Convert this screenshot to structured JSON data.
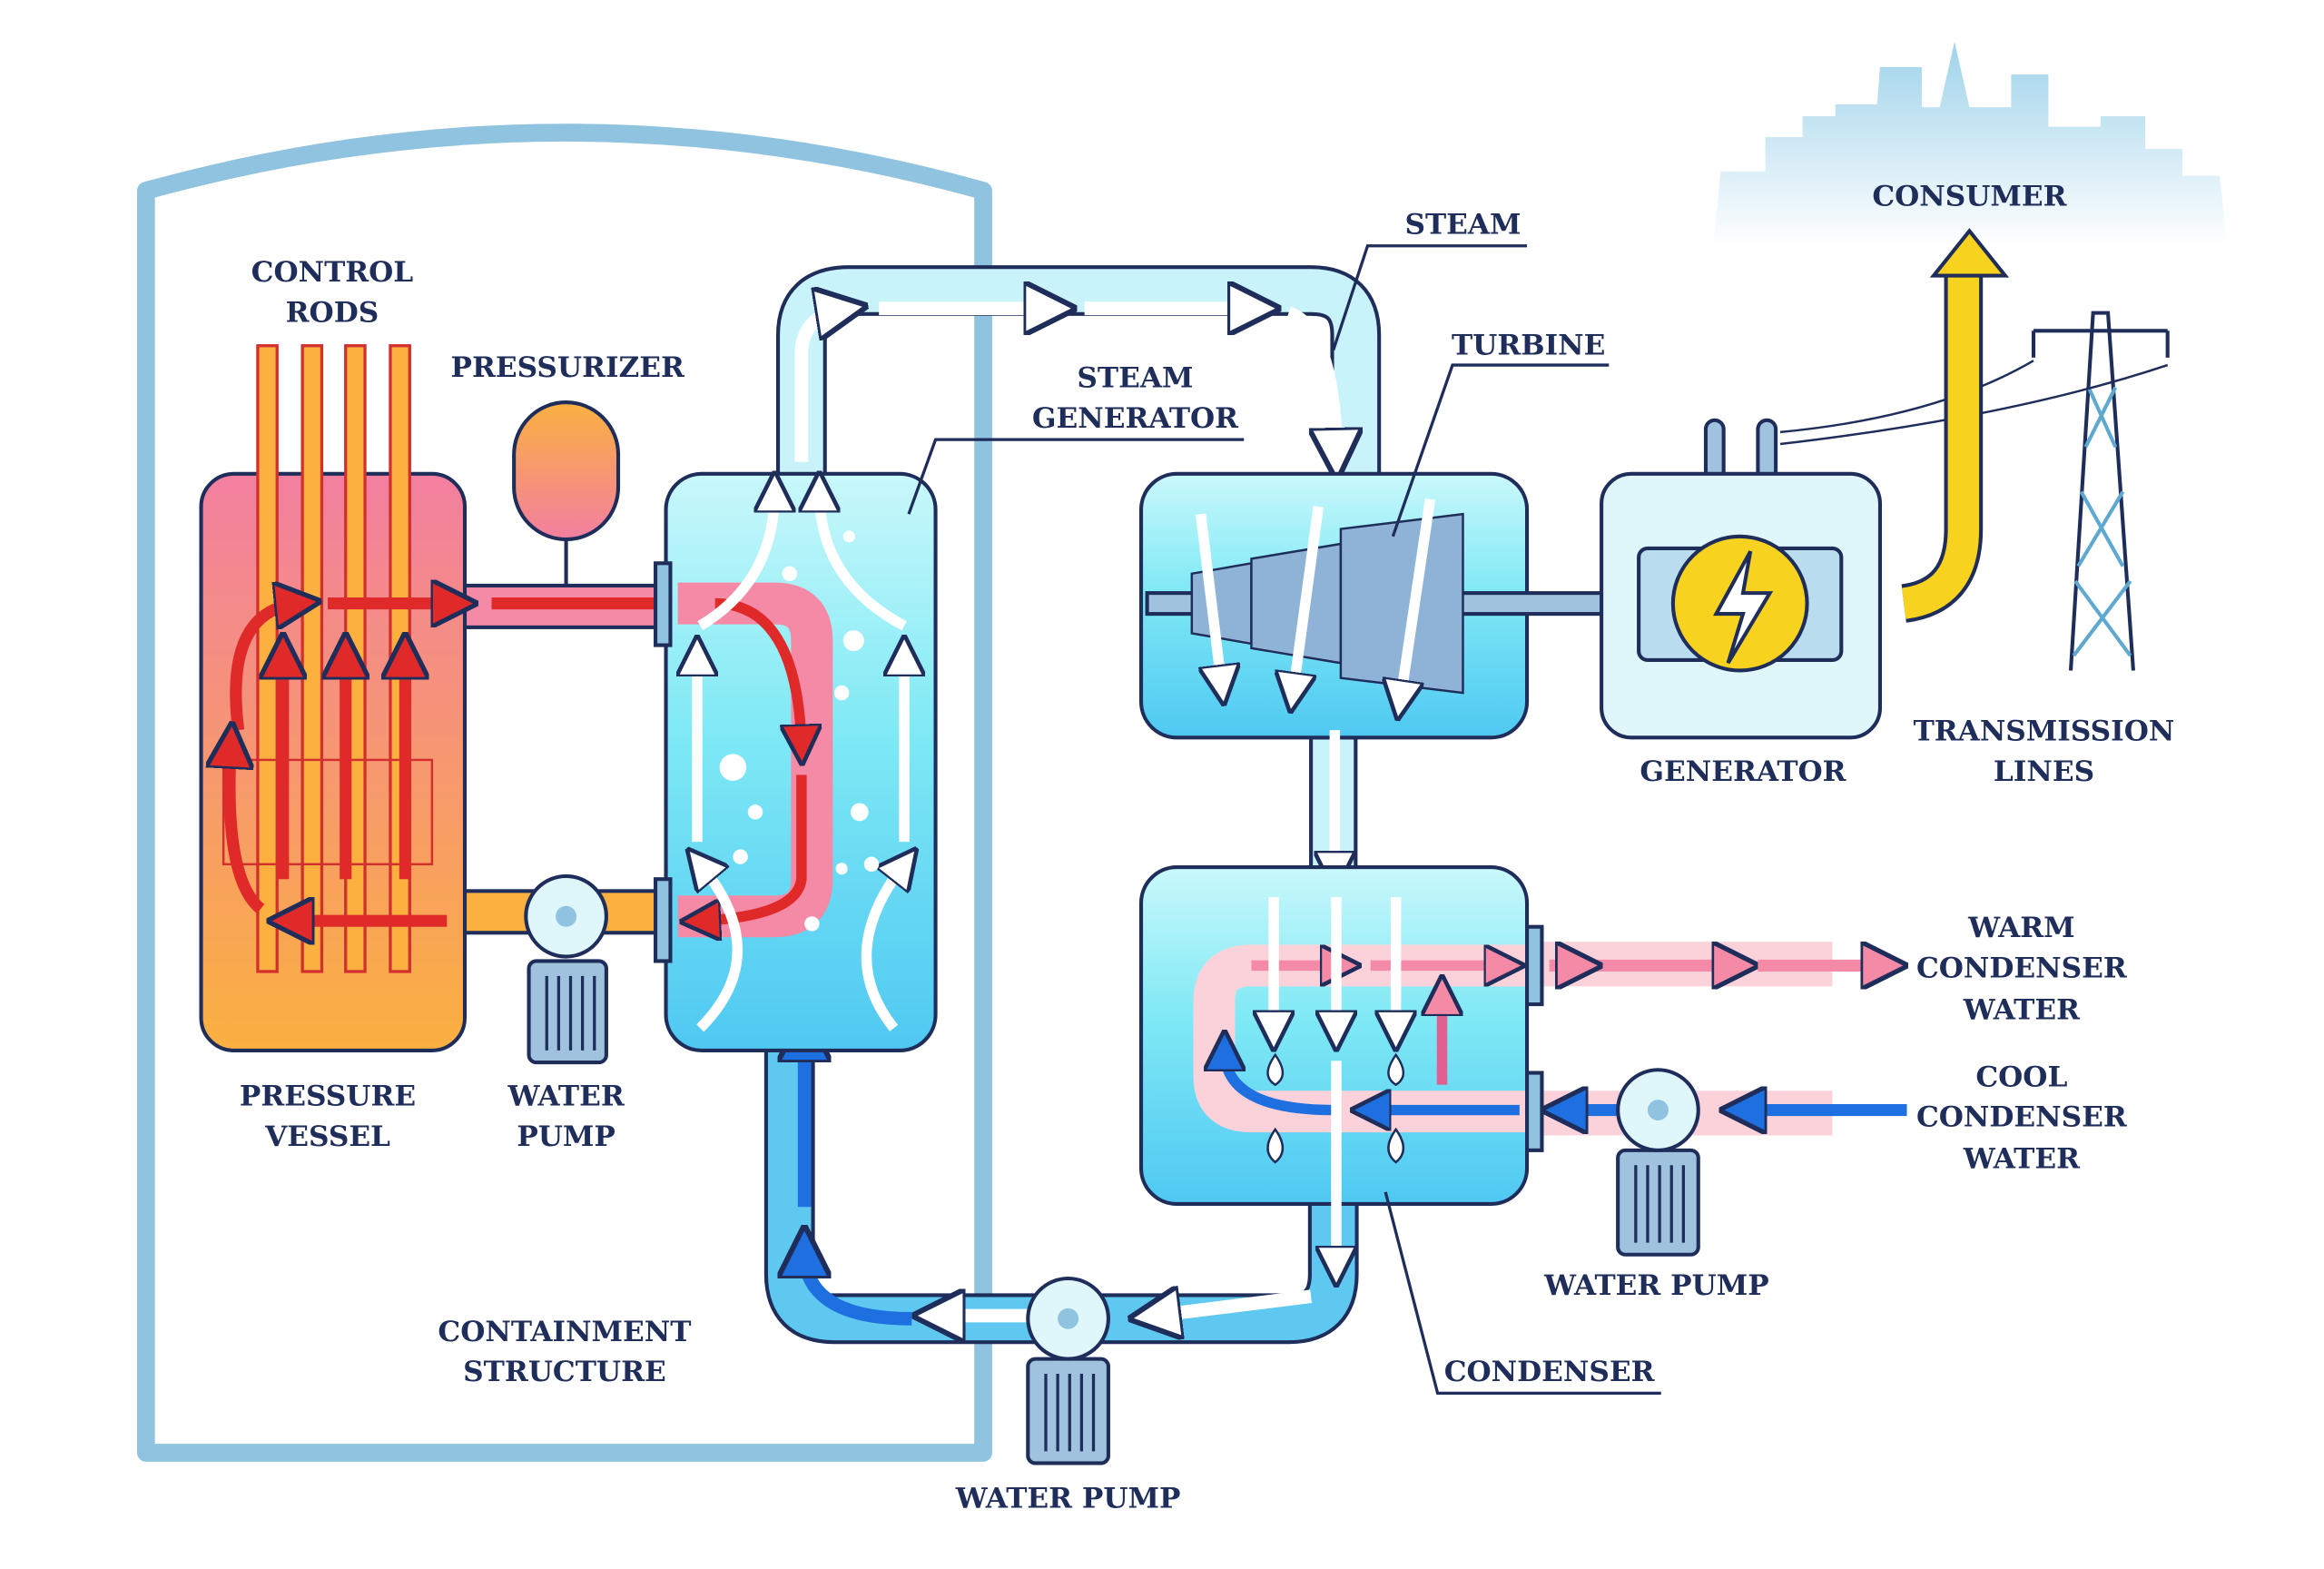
{
  "diagram": {
    "labels": {
      "control_rods": [
        "CONTROL",
        "RODS"
      ],
      "pressurizer": "PRESSURIZER",
      "steam_generator": [
        "STEAM",
        "GENERATOR"
      ],
      "steam": "STEAM",
      "turbine": "TURBINE",
      "consumer": "CONSUMER",
      "pressure_vessel": [
        "PRESSURE",
        "VESSEL"
      ],
      "water_pump_primary": [
        "WATER",
        "PUMP"
      ],
      "generator": "GENERATOR",
      "transmission_lines": [
        "TRANSMISSION",
        "LINES"
      ],
      "warm_condenser_water": [
        "WARM",
        "CONDENSER",
        "WATER"
      ],
      "cool_condenser_water": [
        "COOL",
        "CONDENSER",
        "WATER"
      ],
      "water_pump_condenser": "WATER PUMP",
      "condenser": "CONDENSER",
      "containment_structure": [
        "CONTAINMENT",
        "STRUCTURE"
      ],
      "water_pump_feed": "WATER PUMP"
    },
    "colors": {
      "outline": "#1f2d5a",
      "containment": "#8fc3df",
      "hot_water": "#e02a2a",
      "cold_water": "#1e6fe0",
      "steam": "#c9f3fb",
      "electricity": "#f7d21e",
      "vessel_top": "#f27fa0",
      "vessel_bottom": "#fbb040"
    }
  }
}
